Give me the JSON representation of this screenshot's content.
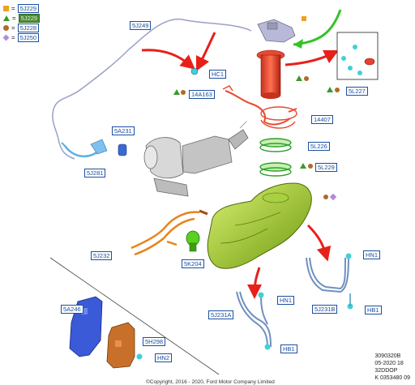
{
  "legend": [
    {
      "shape": "square",
      "color": "#f0a020",
      "code": "5J229",
      "highlight": false
    },
    {
      "shape": "triangle",
      "color": "#3a9a2a",
      "code": "5J229",
      "highlight": true
    },
    {
      "shape": "circle",
      "color": "#b06a2a",
      "code": "5J228",
      "highlight": false
    },
    {
      "shape": "diamond",
      "color": "#b48ad6",
      "code": "5J250",
      "highlight": false
    }
  ],
  "legend_equals": "=",
  "labels": {
    "l5J249": "5J249",
    "lHC1": "HC1",
    "l14A163": "14A163",
    "l5L227": "5L227",
    "l14407": "14407",
    "l5A231": "5A231",
    "l5J281": "5J281",
    "l5L226": "5L226",
    "l5L229": "5L229",
    "l5J232": "5J232",
    "l5K204": "5K204",
    "lHN1a": "HN1",
    "lHN1b": "HN1",
    "l5J231B": "5J231B",
    "lHB1a": "HB1",
    "l5J231A": "5J231A",
    "lHB1b": "HB1",
    "l5A246": "5A246",
    "l5H298": "5H298",
    "lHN2": "HN2"
  },
  "reference": [
    "3090320B",
    "05-2020 18",
    "32DDOP",
    "K 0353480 09"
  ],
  "copyright": "©Copyright, 2016 - 2020, Ford Motor Company Limited"
}
